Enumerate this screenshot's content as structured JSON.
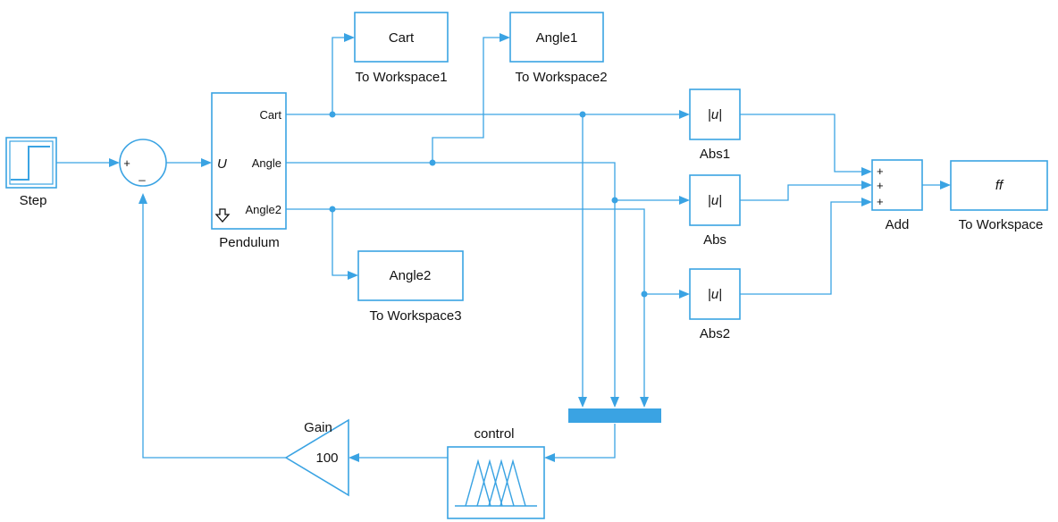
{
  "diagram": {
    "step": {
      "label": "Step"
    },
    "sum": {
      "sign_plus": "+",
      "sign_minus": "_"
    },
    "pendulum": {
      "label": "Pendulum",
      "input": "U",
      "out_cart": "Cart",
      "out_angle": "Angle",
      "out_angle2": "Angle2"
    },
    "to_workspace1": {
      "var": "Cart",
      "label": "To Workspace1"
    },
    "to_workspace2": {
      "var": "Angle1",
      "label": "To Workspace2"
    },
    "to_workspace3": {
      "var": "Angle2",
      "label": "To Workspace3"
    },
    "abs1": {
      "text": "|u|",
      "label": "Abs1"
    },
    "abs": {
      "text": "|u|",
      "label": "Abs"
    },
    "abs2": {
      "text": "|u|",
      "label": "Abs2"
    },
    "add": {
      "label": "Add",
      "sign1": "+",
      "sign2": "+",
      "sign3": "+"
    },
    "to_workspace": {
      "var": "ff",
      "label": "To Workspace"
    },
    "control": {
      "label": "control"
    },
    "gain": {
      "label": "Gain",
      "value": "100"
    },
    "colors": {
      "accent": "#3aa3e3",
      "text": "#111111",
      "background": "#ffffff"
    }
  }
}
